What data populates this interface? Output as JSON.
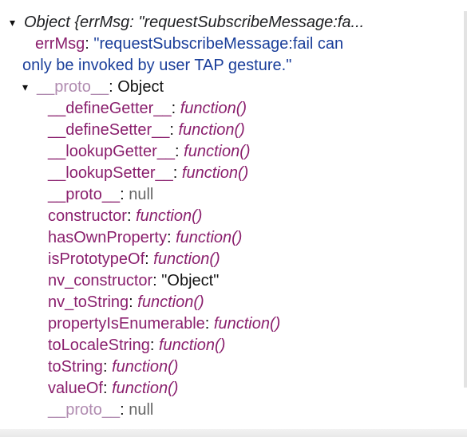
{
  "root": {
    "toggle": "▾",
    "summary": "Object {errMsg: \"requestSubscribeMessage:fa..."
  },
  "errMsg": {
    "key": "errMsg",
    "value_line1": "\"requestSubscribeMessage:fail can",
    "value_line2": "only be invoked by user TAP gesture.\""
  },
  "proto_node": {
    "toggle": "▾",
    "key": "__proto__",
    "value": "Object"
  },
  "members": [
    {
      "key": "__defineGetter__",
      "value": "function()"
    },
    {
      "key": "__defineSetter__",
      "value": "function()"
    },
    {
      "key": "__lookupGetter__",
      "value": "function()"
    },
    {
      "key": "__lookupSetter__",
      "value": "function()"
    },
    {
      "key": "__proto__",
      "value": "null"
    },
    {
      "key": "constructor",
      "value": "function()"
    },
    {
      "key": "hasOwnProperty",
      "value": "function()"
    },
    {
      "key": "isPrototypeOf",
      "value": "function()"
    },
    {
      "key": "nv_constructor",
      "value": "\"Object\""
    },
    {
      "key": "nv_toString",
      "value": "function()"
    },
    {
      "key": "propertyIsEnumerable",
      "value": "function()"
    },
    {
      "key": "toLocaleString",
      "value": "function()"
    },
    {
      "key": "toString",
      "value": "function()"
    },
    {
      "key": "valueOf",
      "value": "function()"
    },
    {
      "key": "__proto__",
      "value": "null"
    }
  ],
  "colors": {
    "key": "#8a1f6d",
    "dim_key": "#b08bb0",
    "string": "#1a3e9a",
    "null": "#666666"
  }
}
